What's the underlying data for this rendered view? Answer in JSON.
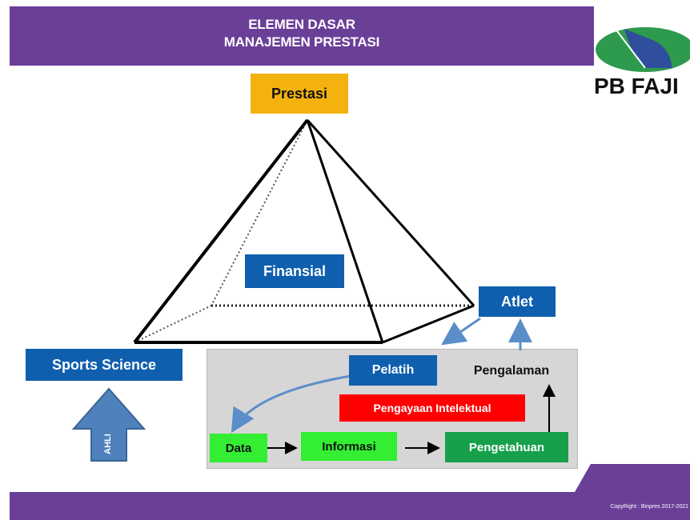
{
  "header": {
    "title_line1": "ELEMEN DASAR",
    "title_line2": "MANAJEMEN PRESTASI",
    "bar_color": "#6a3f98"
  },
  "logo": {
    "text": "PB FAJI",
    "colors": [
      "#2e9a4e",
      "#2f4f9e"
    ]
  },
  "footer": {
    "copyright": "CopyRight : Binpres 2017-2021"
  },
  "diagram": {
    "nodes": {
      "prestasi": "Prestasi",
      "finansial": "Finansial",
      "atlet": "Atlet",
      "sports_science": "Sports Science",
      "ahli": "AHLI",
      "pelatih": "Pelatih",
      "pengalaman": "Pengalaman",
      "pengayaan": "Pengayaan Intelektual",
      "data": "Data",
      "informasi": "Informasi",
      "pengetahuan": "Pengetahuan"
    },
    "colors": {
      "blue": "#0f5fae",
      "orange": "#f4b20f",
      "red": "#ff0000",
      "light_green": "#33ee33",
      "dark_green": "#16a04a",
      "arrow_blue": "#5b8ec9"
    }
  }
}
